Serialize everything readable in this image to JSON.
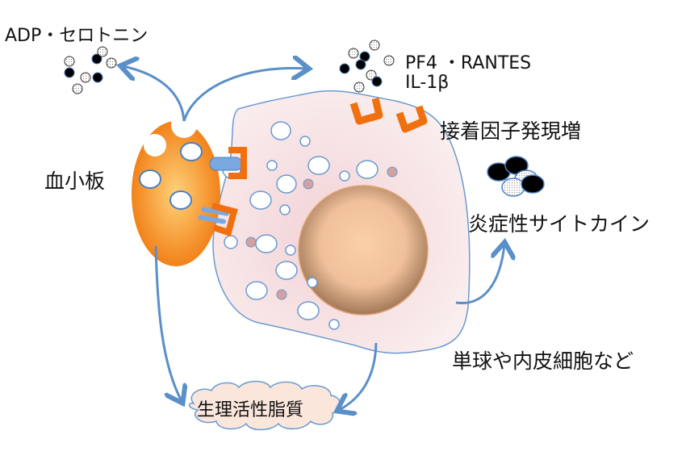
{
  "labels": {
    "adp_serotonin": "ADP・セロトニン",
    "pf4_rantes": "PF4 ・RANTES",
    "il1b": "IL-1β",
    "adhesion": "接着因子発現増",
    "platelet": "血小板",
    "cytokines": "炎症性サイトカイン",
    "monocyte": "単球や内皮細胞など",
    "lipids": "生理活性脂質"
  },
  "colors": {
    "arrow": "#5a8fc8",
    "platelet": "#f08020",
    "receptor": "#f07010",
    "cell_fill": "#f8e6e8",
    "nucleus": "#d9a57a",
    "granule_pink": "#d4a0a0",
    "cloud_fill": "#fbe6dc"
  }
}
